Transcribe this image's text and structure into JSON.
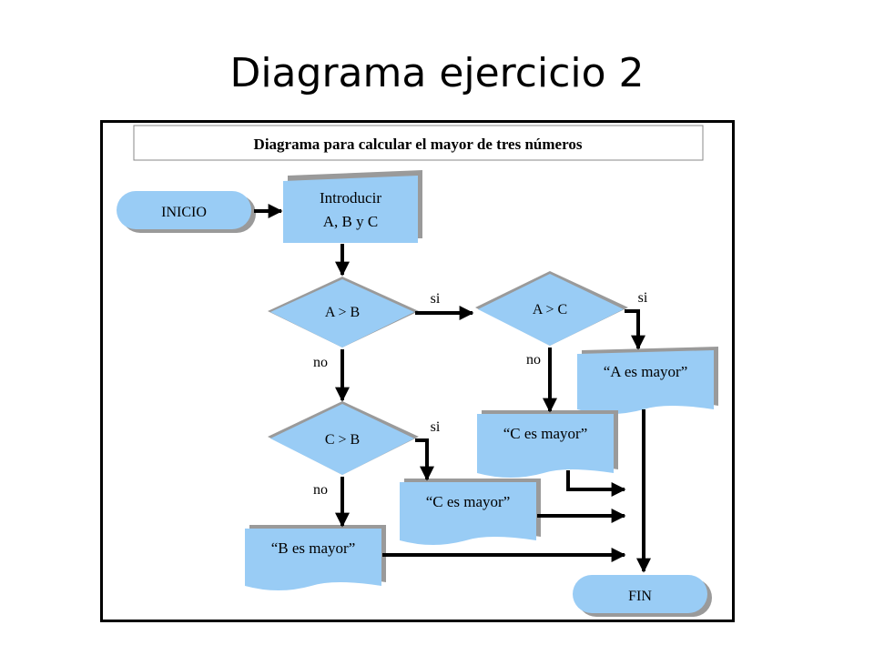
{
  "slide": {
    "title": "Diagrama ejercicio 2"
  },
  "diagram": {
    "header": "Diagrama para calcular el mayor de tres números",
    "nodes": {
      "start": "INICIO",
      "input_line1": "Introducir",
      "input_line2": "A, B y C",
      "decision_ab": "A > B",
      "decision_ac": "A > C",
      "decision_cb": "C > B",
      "out_a": "“A es mayor”",
      "out_c_right": "“C es mayor”",
      "out_c_left": "“C es mayor”",
      "out_b": "“B es mayor”",
      "end": "FIN"
    },
    "edge_labels": {
      "ab_yes": "si",
      "ac_yes": "si",
      "cb_yes": "si",
      "ab_no": "no",
      "ac_no": "no",
      "cb_no": "no"
    },
    "colors": {
      "shape_fill": "#99ccf5",
      "shape_shadow": "#9a9a9a",
      "arrow": "#000000",
      "frame": "#000000"
    }
  }
}
